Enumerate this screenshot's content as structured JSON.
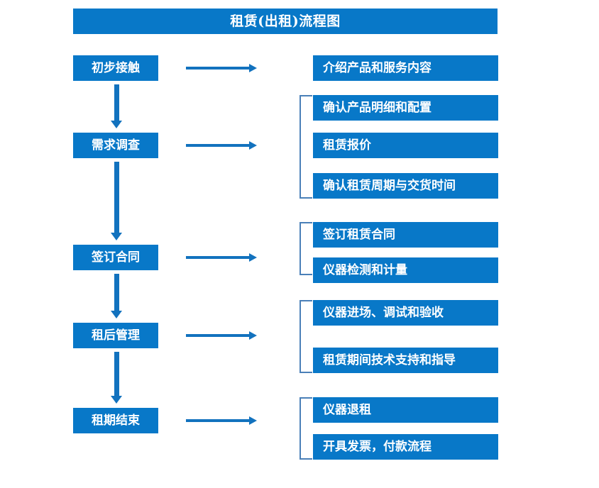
{
  "diagram": {
    "title": "租赁(出租)流程图",
    "colors": {
      "box_fill": "#0878C8",
      "box_text": "#FFFFFF",
      "arrow": "#1272BE",
      "bracket": "#4A80B8",
      "background": "#FFFFFF"
    },
    "stages": [
      {
        "id": "stage-1",
        "label": "初步接触"
      },
      {
        "id": "stage-2",
        "label": "需求调查"
      },
      {
        "id": "stage-3",
        "label": "签订合同"
      },
      {
        "id": "stage-4",
        "label": "租后管理"
      },
      {
        "id": "stage-5",
        "label": "租期结束"
      }
    ],
    "details": [
      {
        "id": "detail-1-1",
        "label": "介绍产品和服务内容"
      },
      {
        "id": "detail-2-1",
        "label": "确认产品明细和配置"
      },
      {
        "id": "detail-2-2",
        "label": "租赁报价"
      },
      {
        "id": "detail-2-3",
        "label": "确认租赁周期与交货时间"
      },
      {
        "id": "detail-3-1",
        "label": "签订租赁合同"
      },
      {
        "id": "detail-3-2",
        "label": "仪器检测和计量"
      },
      {
        "id": "detail-4-1",
        "label": "仪器进场、调试和验收"
      },
      {
        "id": "detail-4-2",
        "label": "租赁期间技术支持和指导"
      },
      {
        "id": "detail-5-1",
        "label": "仪器退租"
      },
      {
        "id": "detail-5-2",
        "label": "开具发票，付款流程"
      }
    ],
    "connectors": {
      "vertical_arrow": "down-arrow-icon",
      "horizontal_arrow": "right-arrow-icon",
      "group_bracket": "bracket-icon"
    }
  }
}
